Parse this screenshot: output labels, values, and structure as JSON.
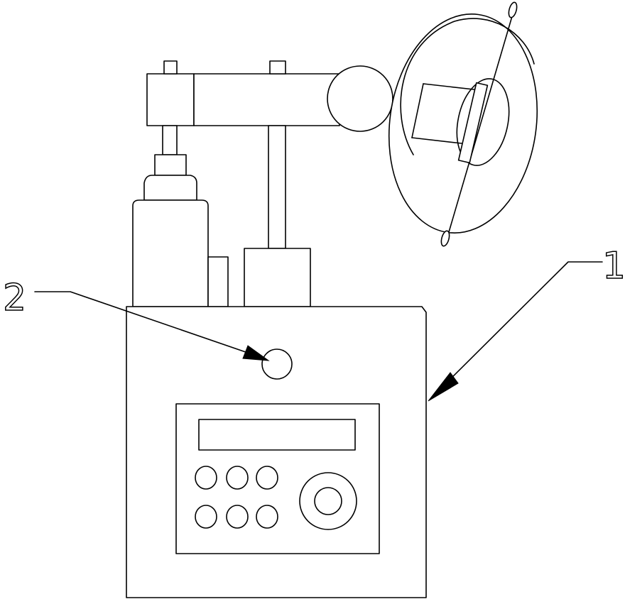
{
  "figure": {
    "callouts": [
      {
        "id": "1",
        "text": "1"
      },
      {
        "id": "2",
        "text": "2"
      }
    ]
  },
  "style": {
    "line_color": "#000000",
    "background": "#ffffff"
  }
}
